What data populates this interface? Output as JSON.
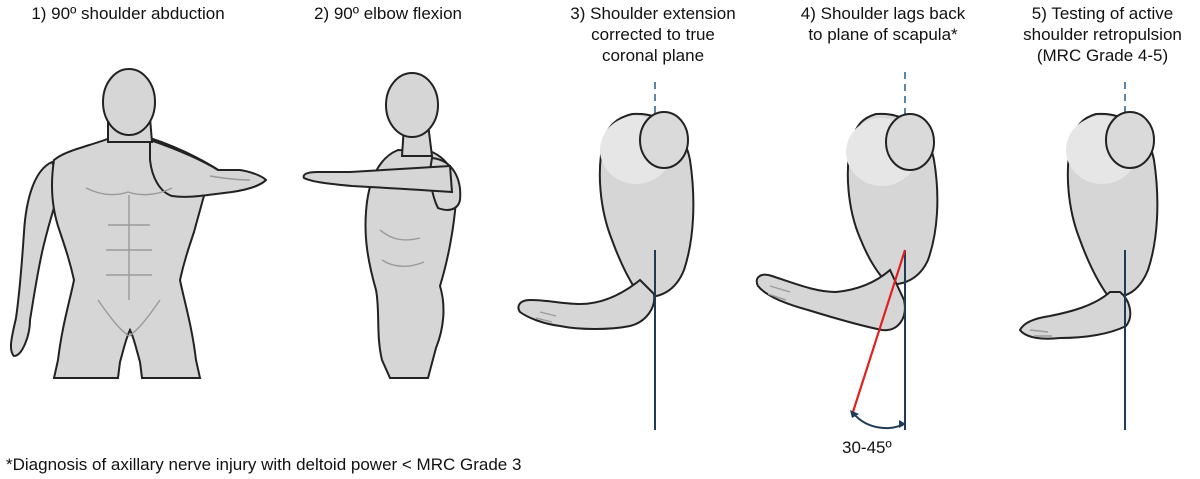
{
  "captions": {
    "step1": "1) 90º shoulder abduction",
    "step2": "2) 90º elbow flexion",
    "step3": "3) Shoulder extension\ncorrected to true\ncoronal plane",
    "step4": "4) Shoulder lags back\nto plane of scapula*",
    "step5": "5) Testing of active\nshoulder retropulsion\n(MRC Grade 4-5)"
  },
  "angle_label": "30-45º",
  "footnote": "*Diagnosis of axillary nerve injury with deltoid power < MRC Grade 3",
  "colors": {
    "reference_line": "#1f3b57",
    "dashed_line": "#5b86a8",
    "lag_line": "#e02020",
    "angle_arc": "#1f3b57",
    "figure_fill": "#d6d6d6"
  }
}
